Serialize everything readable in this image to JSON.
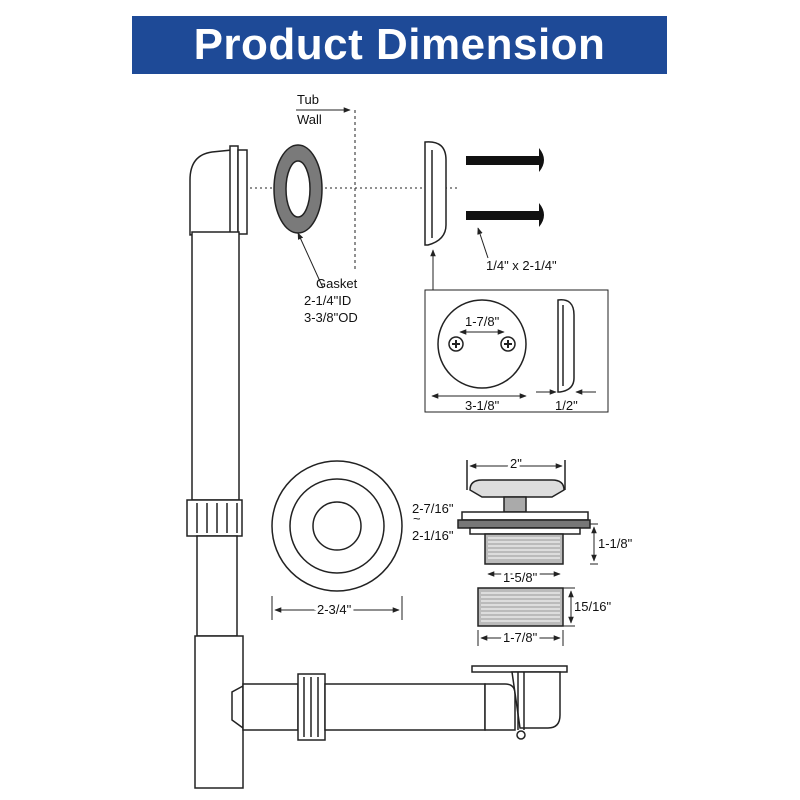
{
  "title": "Product Dimension",
  "labels": {
    "tub_wall_line1": "Tub",
    "tub_wall_line2": "Wall",
    "gasket": "Gasket",
    "gasket_id": "2-1/4\"ID",
    "gasket_od": "3-3/8\"OD",
    "screws": "1/4\" x 2-1/4\"",
    "faceplate_hole_spacing": "1-7/8\"",
    "faceplate_diameter": "3-1/8\"",
    "faceplate_depth": "1/2\"",
    "cap_diameter": "2-3/4\"",
    "stopper_top": "2\"",
    "stopper_height": "2-7/16\"",
    "stopper_flange": "2-1/16\"",
    "stopper_thread": "1-5/8\"",
    "stopper_body_height": "1-1/8\"",
    "adapter_height": "15/16\"",
    "adapter_diameter": "1-7/8\""
  },
  "colors": {
    "banner": "#1e4a97",
    "line": "#222222",
    "gasket_fill": "#7a7a7a"
  }
}
